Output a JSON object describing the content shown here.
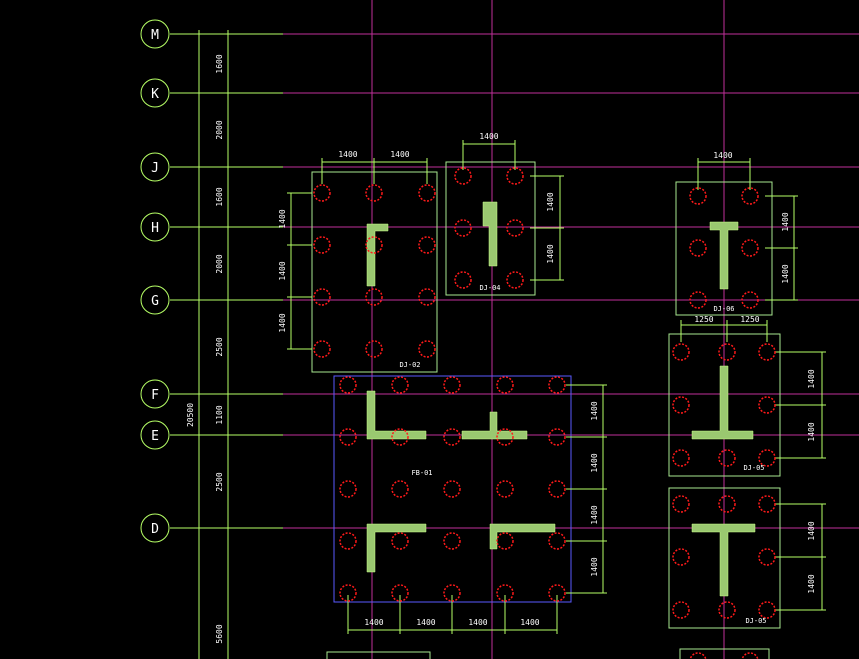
{
  "axes": [
    {
      "label": "M"
    },
    {
      "label": "K"
    },
    {
      "label": "J"
    },
    {
      "label": "H"
    },
    {
      "label": "G"
    },
    {
      "label": "F"
    },
    {
      "label": "E"
    },
    {
      "label": "D"
    }
  ],
  "axis_spacings": [
    "1600",
    "2000",
    "1600",
    "2000",
    "2500",
    "1100",
    "2500",
    "5600"
  ],
  "total_dimension": "20500",
  "foundations": {
    "dj02": {
      "tag": "DJ-02",
      "dims_top": [
        "1400",
        "1400"
      ],
      "dims_side": [
        "1400",
        "1400",
        "1400"
      ]
    },
    "dj04": {
      "tag": "DJ-04",
      "dims_top": [
        "1400"
      ],
      "dims_side": [
        "1400",
        "1400"
      ]
    },
    "dj06": {
      "tag": "DJ-06",
      "dims_top": [
        "1400"
      ],
      "dims_side": [
        "1400",
        "1400"
      ]
    },
    "fb01": {
      "tag": "FB-01",
      "dims_bottom": [
        "1400",
        "1400",
        "1400",
        "1400"
      ],
      "dims_side": [
        "1400",
        "1400",
        "1400",
        "1400"
      ]
    },
    "dj05a": {
      "tag": "DJ-05",
      "dims_top": [
        "1250",
        "1250"
      ],
      "dims_side": [
        "1400",
        "1400"
      ]
    },
    "dj05b": {
      "tag": "DJ-05",
      "dims_side": [
        "1400",
        "1400"
      ]
    }
  },
  "colors": {
    "background": "#000000",
    "grid": "#c0309a",
    "dimension": "#b6ff66",
    "pile": "#ff1a1a",
    "wall": "#9ac870",
    "outline": "#a8e890",
    "raft_outline": "#5a5aff"
  }
}
